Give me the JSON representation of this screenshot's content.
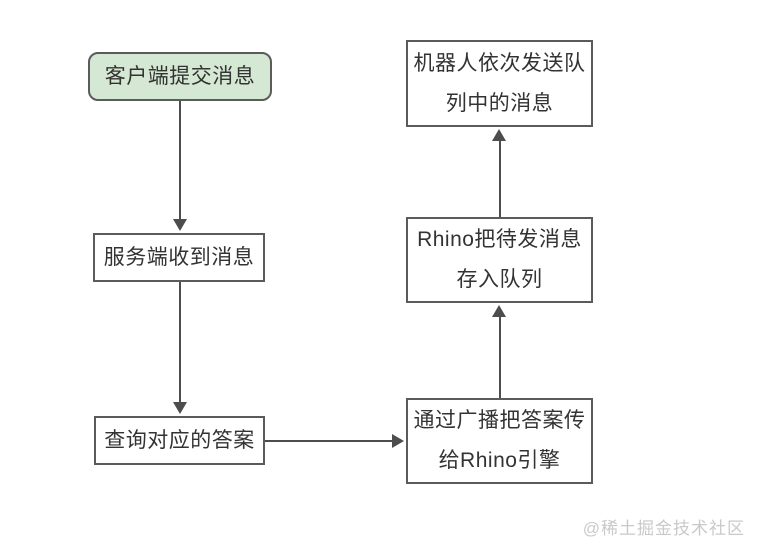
{
  "diagram": {
    "nodes": {
      "client_submit": {
        "label": "客户端提交消息",
        "shape": "rounded",
        "fill": "#d5e8d4"
      },
      "server_receive": {
        "label": "服务端收到消息",
        "shape": "rect",
        "fill": "#ffffff"
      },
      "query_answer": {
        "label": "查询对应的答案",
        "shape": "rect",
        "fill": "#ffffff"
      },
      "broadcast_rhino": {
        "line1": "通过广播把答案传",
        "line2": "给Rhino引擎",
        "shape": "rect",
        "fill": "#ffffff"
      },
      "rhino_queue": {
        "line1": "Rhino把待发消息",
        "line2": "存入队列",
        "shape": "rect",
        "fill": "#ffffff"
      },
      "robot_send": {
        "line1": "机器人依次发送队",
        "line2": "列中的消息",
        "shape": "rect",
        "fill": "#ffffff"
      }
    },
    "edges": [
      {
        "from": "client_submit",
        "to": "server_receive",
        "direction": "down"
      },
      {
        "from": "server_receive",
        "to": "query_answer",
        "direction": "down"
      },
      {
        "from": "query_answer",
        "to": "broadcast_rhino",
        "direction": "right"
      },
      {
        "from": "broadcast_rhino",
        "to": "rhino_queue",
        "direction": "up"
      },
      {
        "from": "rhino_queue",
        "to": "robot_send",
        "direction": "up"
      }
    ],
    "colors": {
      "node_border": "#5b5b5b",
      "arrow": "#4d4d4d",
      "start_fill": "#d5e8d4",
      "text": "#333333",
      "watermark": "#c9c9c9"
    },
    "watermark": "@稀土掘金技术社区"
  }
}
